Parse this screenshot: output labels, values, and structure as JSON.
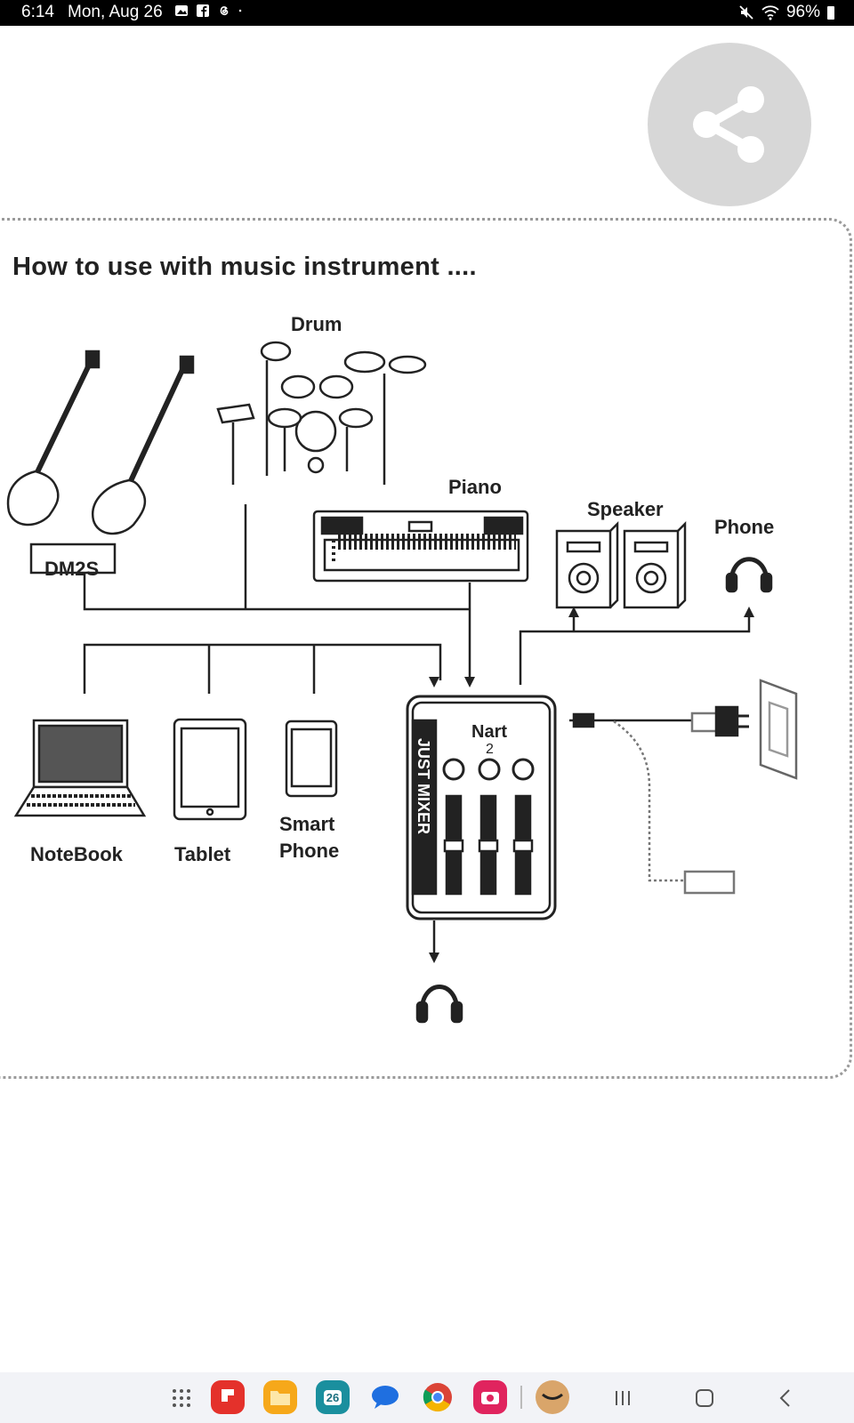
{
  "status_bar": {
    "time": "6:14",
    "date": "Mon, Aug 26",
    "battery": "96%",
    "notification_icons": [
      "gallery-icon",
      "facebook-icon",
      "threads-icon",
      "dot-icon"
    ]
  },
  "share": {
    "icon": "share-icon"
  },
  "diagram": {
    "title": "How to use with music instrument  ....",
    "labels": {
      "drum": "Drum",
      "piano": "Piano",
      "speaker": "Speaker",
      "phone": "Phone",
      "dm2s": "DM2S",
      "notebook": "NoteBook",
      "tablet": "Tablet",
      "smart": "Smart",
      "smart_phone": "Phone",
      "mixer_name": "JUST MIXER",
      "mixer_brand": "Nart",
      "mixer_model": "2"
    }
  },
  "nav_bar": {
    "apps": [
      {
        "name": "flipboard-app",
        "color": "#e4312b"
      },
      {
        "name": "files-app",
        "color": "#f6a81a"
      },
      {
        "name": "calendar-app",
        "color": "#1a8f9e",
        "text": "26"
      },
      {
        "name": "messages-app",
        "color": "#1f6fe0"
      },
      {
        "name": "chrome-app",
        "color": "#ffffff"
      },
      {
        "name": "camera-app",
        "color": "#e0245e"
      },
      {
        "name": "amazon-app",
        "color": "#d9a56a"
      }
    ]
  }
}
